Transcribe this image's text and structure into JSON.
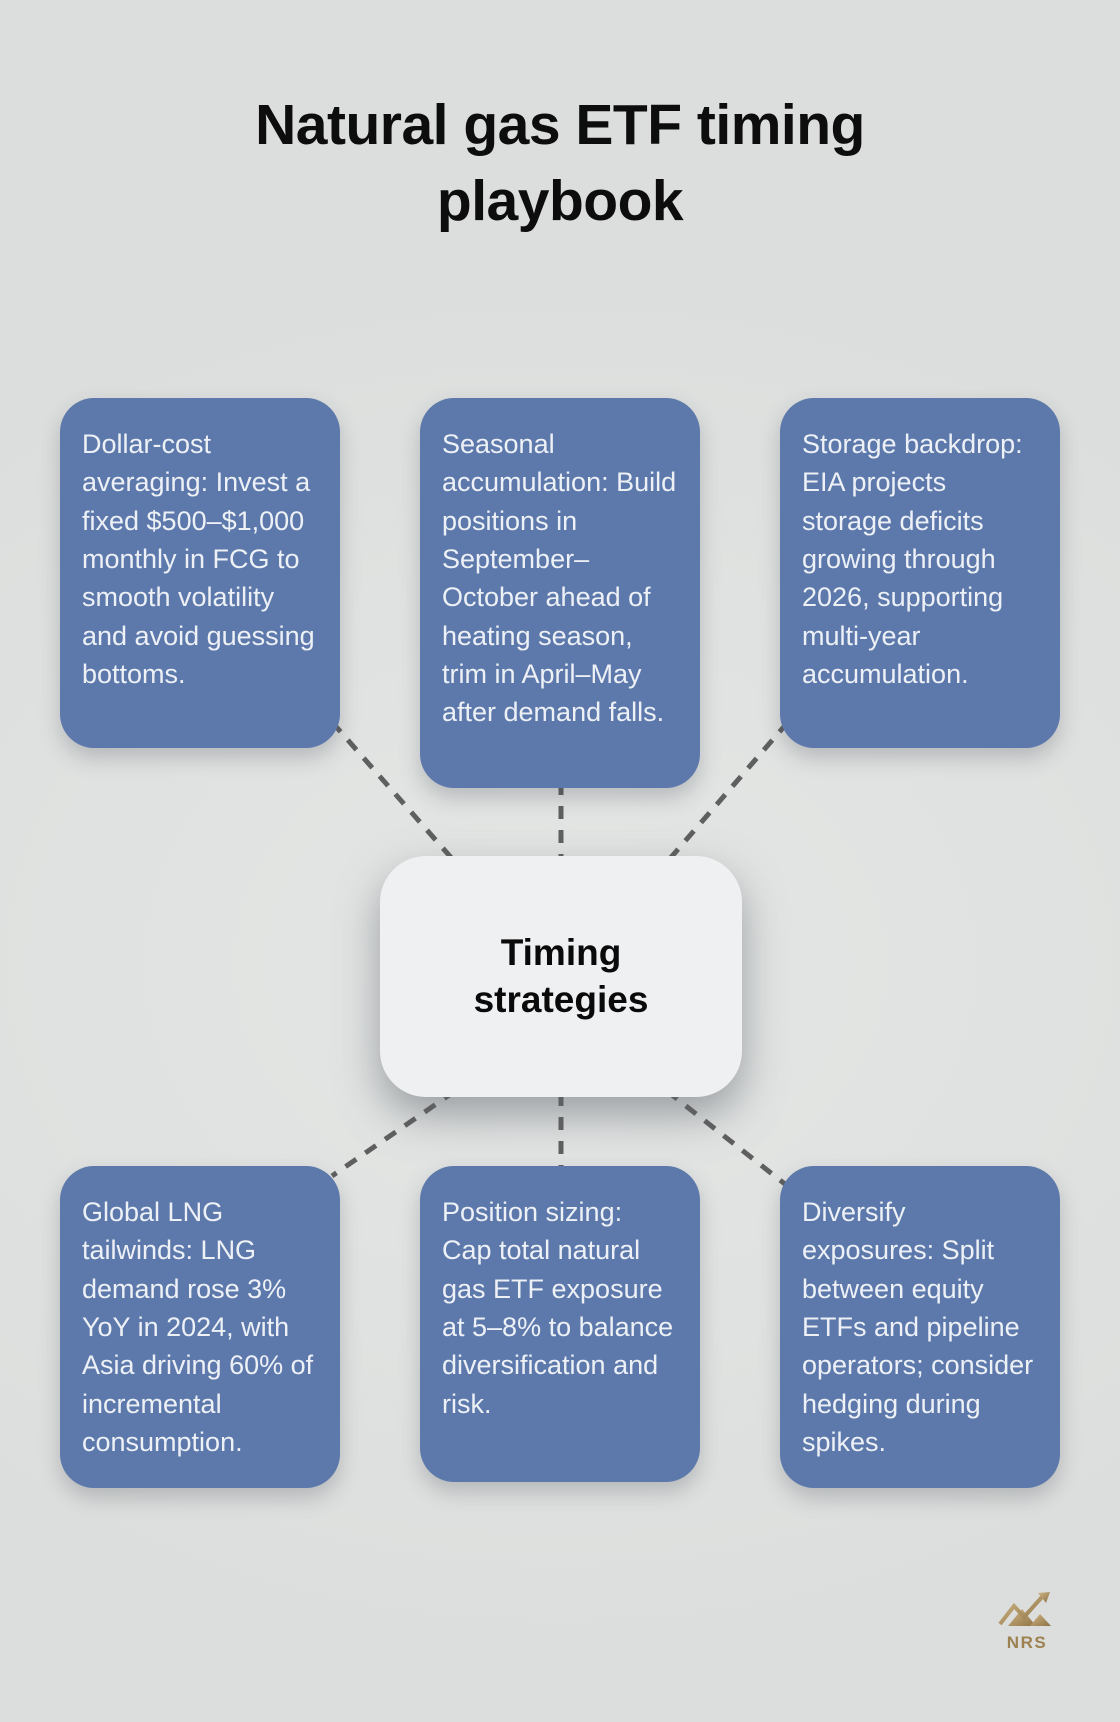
{
  "page": {
    "title": "Natural gas ETF timing playbook",
    "background_color": "#e0e2e1"
  },
  "center_node": {
    "label": "Timing strategies",
    "background_color": "#eff0f2"
  },
  "strategy_boxes": [
    {
      "id": "dollar-cost-averaging",
      "text": "Dollar-cost averaging: Invest a fixed $500–$1,000 monthly in FCG to smooth volatility and avoid guessing bottoms."
    },
    {
      "id": "seasonal-accumulation",
      "text": "Seasonal accumulation: Build positions in September–October ahead of heating season, trim in April–May after demand falls."
    },
    {
      "id": "storage-backdrop",
      "text": "Storage backdrop: EIA projects storage deficits growing through 2026, supporting multi-year accumulation."
    },
    {
      "id": "global-lng-tailwinds",
      "text": "Global LNG tailwinds: LNG demand rose 3% YoY in 2024, with Asia driving 60% of incremental consumption."
    },
    {
      "id": "position-sizing",
      "text": "Position sizing: Cap total natural gas ETF exposure at 5–8% to balance diversification and risk."
    },
    {
      "id": "diversify-exposures",
      "text": "Diversify exposures: Split between equity ETFs and pipeline operators; consider hedging during spikes."
    }
  ],
  "colors": {
    "node_blue": "#5d79ac",
    "node_text": "#edf1f6",
    "connector_gray": "#5f5f5f",
    "title_black": "#0d0d0d",
    "logo_gold": "#a98c58"
  },
  "logo": {
    "text": "NRS",
    "icon": "mountains-with-rising-arrow"
  }
}
